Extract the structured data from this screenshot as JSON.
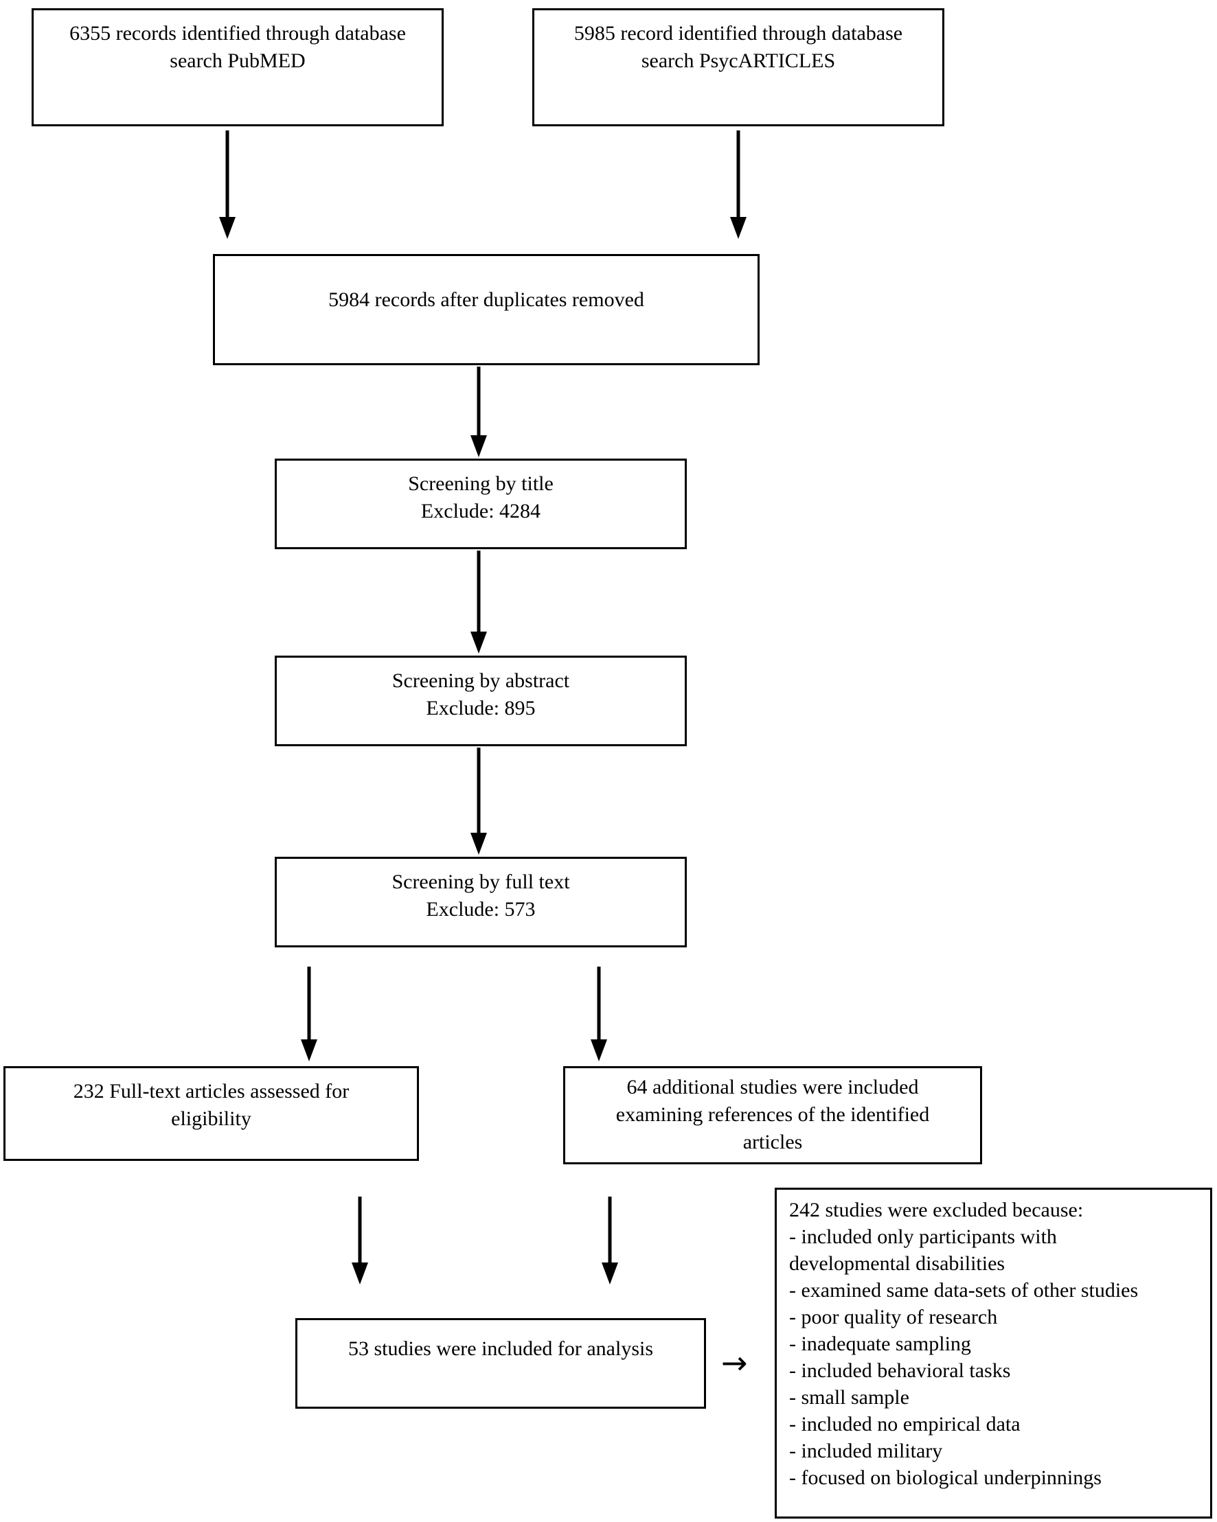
{
  "diagram": {
    "type": "prisma-flow-diagram",
    "stroke_color": "#000000",
    "background_color": "#ffffff",
    "boxes": {
      "source_pubmed": {
        "text": "6355 records identified through database\nsearch PubMED",
        "count": 6355,
        "database": "PubMED"
      },
      "source_psycarticles": {
        "text": "5985 record identified through database\nsearch PsycARTICLES",
        "count": 5985,
        "database": "PsycARTICLES"
      },
      "duplicates_removed": {
        "text": "5984 records after duplicates removed",
        "count": 5984
      },
      "screening_title": {
        "text": "Screening by title\nExclude: 4284",
        "excluded": 4284
      },
      "screening_abstract": {
        "text": "Screening by abstract\nExclude: 895",
        "excluded": 895
      },
      "screening_fulltext": {
        "text": "Screening by full text\nExclude: 573",
        "excluded": 573
      },
      "fulltext_assessed": {
        "text": "232 Full-text articles assessed for\neligibility",
        "count": 232
      },
      "additional_studies": {
        "text": "64 additional studies were included\nexamining references of the identified\narticles",
        "count": 64
      },
      "included_for_analysis": {
        "text": "53 studies were included for analysis",
        "count": 53
      },
      "excluded_reasons": {
        "heading": "242 studies were excluded because:",
        "count": 242,
        "reasons": [
          "- included only participants with developmental disabilities",
          "- examined same data-sets of other studies",
          "- poor quality of research",
          "- inadequate sampling",
          "- included behavioral tasks",
          "- small sample",
          "- included no empirical data",
          "- included military",
          "- focused on biological underpinnings"
        ],
        "text": "242 studies were excluded because:\n- included only participants with\ndevelopmental disabilities\n- examined same data-sets of other studies\n- poor quality of research\n- inadequate sampling\n- included behavioral tasks\n- small sample\n- included no empirical data\n- included military\n- focused on biological underpinnings"
      }
    },
    "connectors": {
      "horizontal_arrow_glyph": "→"
    }
  }
}
